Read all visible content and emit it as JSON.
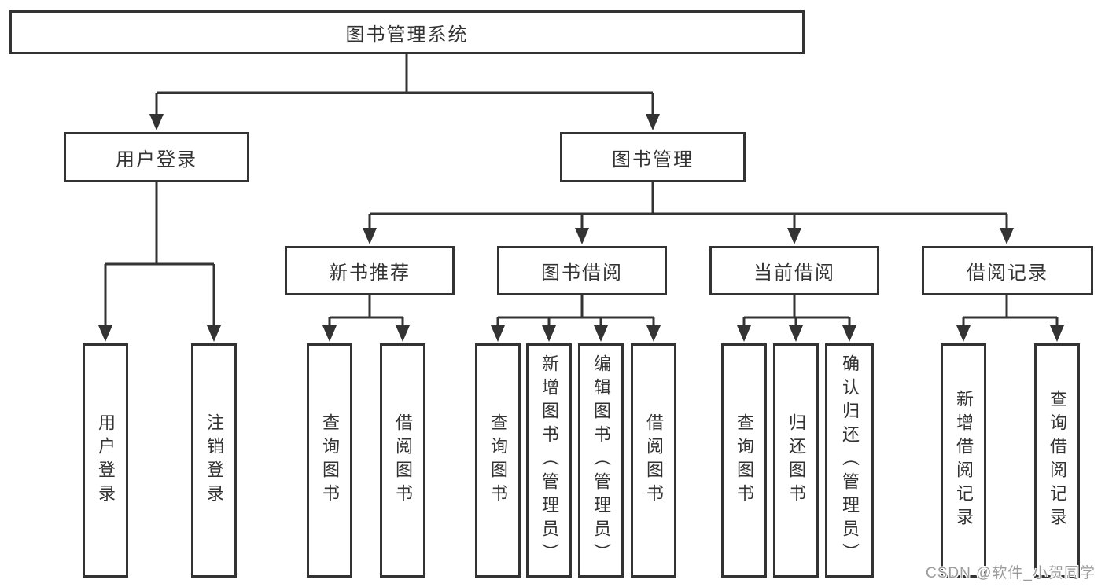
{
  "colors": {
    "line": "#333333",
    "box_border": "#333333",
    "text": "#333333",
    "background": "#ffffff",
    "watermark_text": "#9b9b9b"
  },
  "tree": {
    "root": {
      "label": "图书管理系统"
    },
    "user_login": {
      "label": "用户登录",
      "leaves": [
        {
          "label": "用户登录"
        },
        {
          "label": "注销登录"
        }
      ]
    },
    "book_mgmt": {
      "label": "图书管理",
      "sections": [
        {
          "label": "新书推荐",
          "leaves": [
            {
              "label": "查询图书"
            },
            {
              "label": "借阅图书"
            }
          ]
        },
        {
          "label": "图书借阅",
          "leaves": [
            {
              "label": "查询图书"
            },
            {
              "label": "新增图书（管理员）"
            },
            {
              "label": "编辑图书（管理员）"
            },
            {
              "label": "借阅图书"
            }
          ]
        },
        {
          "label": "当前借阅",
          "leaves": [
            {
              "label": "查询图书"
            },
            {
              "label": "归还图书"
            },
            {
              "label": "确认归还（管理员）"
            }
          ]
        },
        {
          "label": "借阅记录",
          "leaves": [
            {
              "label": "新增借阅记录"
            },
            {
              "label": "查询借阅记录"
            }
          ]
        }
      ]
    }
  },
  "watermark": {
    "text": "CSDN @软件_小贺同学"
  }
}
